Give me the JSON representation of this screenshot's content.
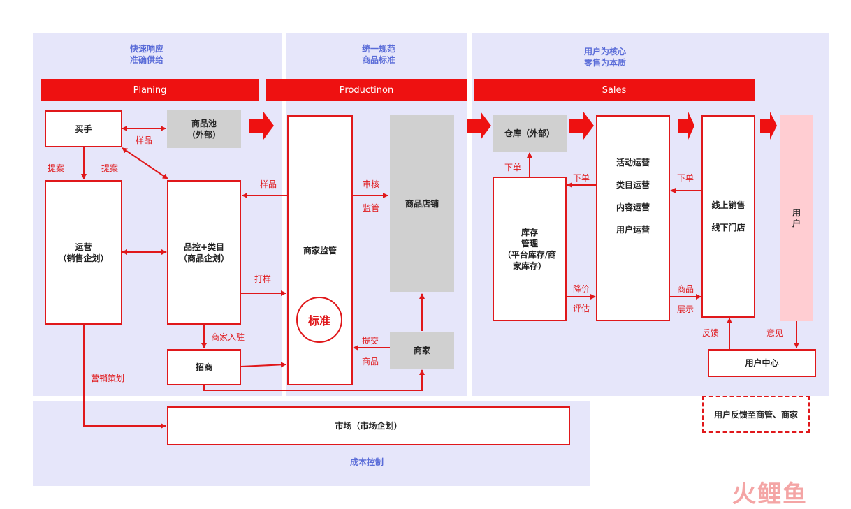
{
  "panels": {
    "left": {
      "title_line1": "快速响应",
      "title_line2": "准确供给",
      "bar": "Planing"
    },
    "middle": {
      "title_line1": "统一规范",
      "title_line2": "商品标准",
      "bar": "Productinon"
    },
    "right": {
      "title_line1": "用户为核心",
      "title_line2": "零售为本质",
      "bar": "Sales"
    },
    "bottom": {
      "label": "成本控制"
    }
  },
  "nodes": {
    "buyer": "买手",
    "pool": {
      "line1": "商品池",
      "line2": "（外部）"
    },
    "ops": {
      "line1": "运营",
      "line2": "（销售企划）"
    },
    "qc": {
      "line1": "品控+类目",
      "line2": "（商品企划）"
    },
    "recruit": "招商",
    "market": "市场（市场企划）",
    "supervise": "商家监管",
    "standard": "标准",
    "store": "商品店铺",
    "merchant": "商家",
    "warehouse": "仓库（外部）",
    "inventory": {
      "line1": "库存",
      "line2": "管理",
      "line3": "（平台库存/商",
      "line4": "家库存）"
    },
    "operations": {
      "line1": "活动运营",
      "line2": "类目运营",
      "line3": "内容运营",
      "line4": "用户运营"
    },
    "sales": {
      "line1": "线上销售",
      "line2": "线下门店"
    },
    "user": {
      "line1": "用",
      "line2": "户"
    },
    "user_center": "用户中心",
    "feedback": "用户反馈至商管、商家"
  },
  "edge_labels": {
    "sample_top": "样品",
    "proposal_left": "提案",
    "proposal_right": "提案",
    "sample_mid": "样品",
    "proof": "打样",
    "settle": "商家入驻",
    "marketing": "营销策划",
    "audit": "审核",
    "monitor": "监管",
    "submit": "提交",
    "goods": "商品",
    "order_wh": "下单",
    "order_ops": "下单",
    "order_sales": "下单",
    "markdown": "降价",
    "evaluate": "评估",
    "goods_show": "商品",
    "display": "展示",
    "feedback": "反馈",
    "opinion": "意见"
  },
  "watermark": "火鲤鱼",
  "colors": {
    "accent": "#e0181b",
    "bar": "#ee1111",
    "panel": "#e6e6fa",
    "title": "#5a6cd8",
    "gray": "#d0d0d0",
    "pink": "#ffcdd2"
  }
}
